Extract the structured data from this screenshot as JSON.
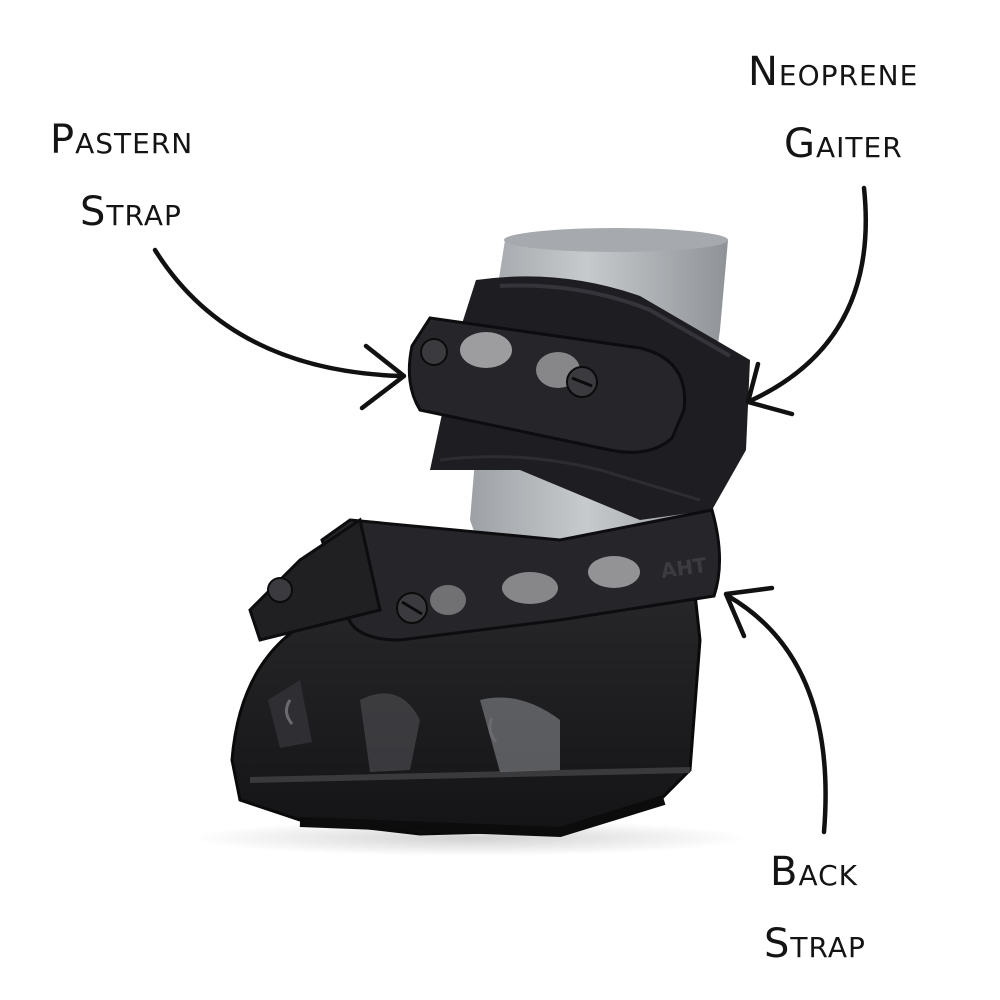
{
  "labels": {
    "pastern_strap": {
      "line1": "Pastern",
      "line2": "Strap"
    },
    "neoprene_gaiter": {
      "line1": "Neoprene",
      "line2": "Gaiter"
    },
    "back_strap": {
      "line1": "Back",
      "line2": "Strap"
    }
  },
  "product": {
    "strap_embossing": "AHT"
  },
  "colors": {
    "background": "#ffffff",
    "boot_black": "#1c1c1e",
    "boot_highlight": "#3a3a3d",
    "cast_grey": "#b9bcbf",
    "ink": "#141414"
  }
}
